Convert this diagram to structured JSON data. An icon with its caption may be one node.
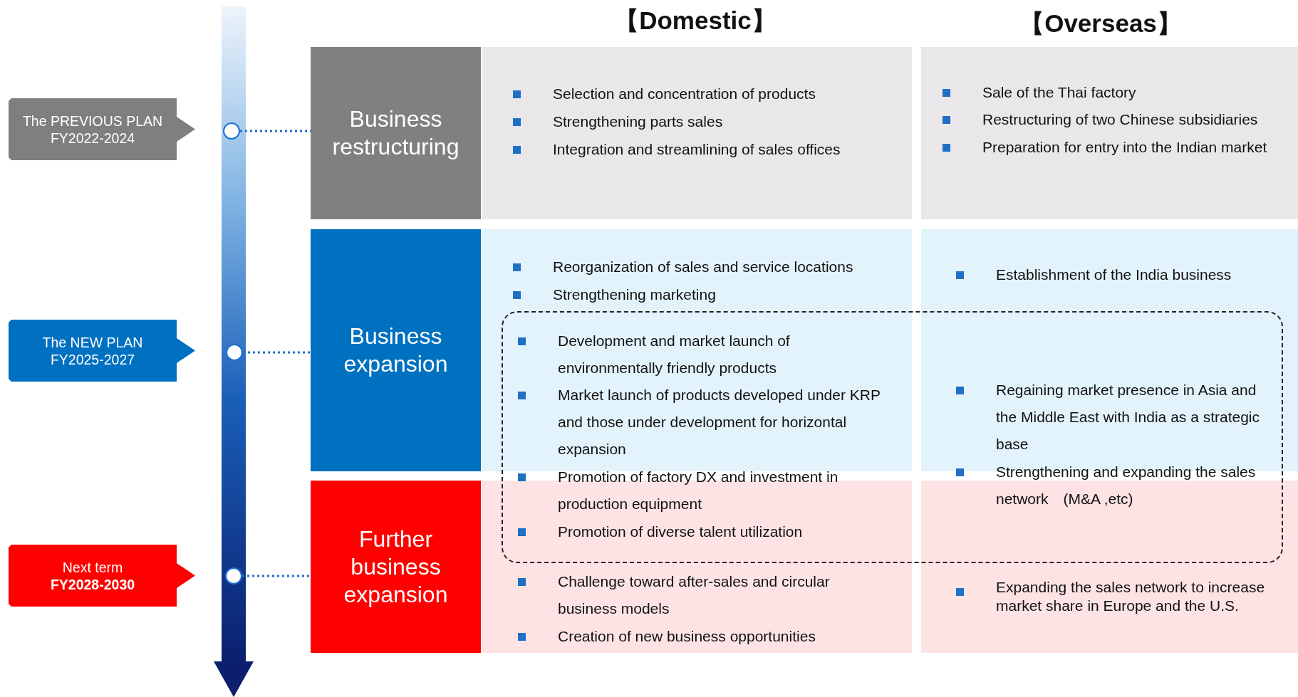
{
  "diagram": {
    "nodes": [
      {
        "text": [
          "The PREVIOUS PLAN FY2022-2024"
        ]
      },
      {
        "text": [],
        "shape": "circle"
      },
      {
        "text": [
          "Business restructuring"
        ]
      },
      {
        "text": [
          "Selection and concentration of products",
          "Strengthening parts sales",
          "Integration and streamlining of sales offices"
        ]
      },
      {
        "text": [
          "Sale of the Thai factory",
          "Restructuring of two Chinese subsidiaries",
          "Preparation for entry into the Indian market"
        ]
      },
      {
        "text": [
          "The NEW PLAN FY2025-2027"
        ]
      },
      {
        "text": [],
        "shape": "circle"
      },
      {
        "text": [
          "Business expansion"
        ]
      },
      {
        "text": [
          "Reorganization of sales and service locations",
          "Strengthening marketing",
          "Development and market launch of environmentally friendly products",
          "Market launch of products developed under KRP and those under development for horizontal expansion"
        ]
      },
      {
        "text": [
          "Establishment of the India business",
          "Regaining market presence in Asia and the Middle East with India as a strategic base"
        ]
      },
      {
        "text": [
          "Next term **FY2028-2030**"
        ]
      },
      {
        "text": [],
        "shape": "circle"
      },
      {
        "text": [
          "Further business expansion"
        ]
      },
      {
        "text": [
          "Promotion of factory DX and investment in production equipment",
          "Promotion of diverse talent utilization",
          "Challenge toward after-sales and circular business models",
          "Creation of new business opportunities"
        ]
      },
      {
        "text": [
          "Strengthening and expanding the sales network　(M&A ,etc)",
          "Expanding the sales network to increase market share in Europe and the U.S."
        ]
      }
    ],
    "edges": [
      {
        "from": 1,
        "to": 2,
        "arrow": "none",
        "style": "dashed"
      },
      {
        "from": 6,
        "to": 7,
        "arrow": "none",
        "style": "dashed"
      },
      {
        "from": 11,
        "to": 12,
        "arrow": "none",
        "style": "dashed"
      }
    ],
    "labels": [
      "【Domestic】",
      "【Overseas】"
    ]
  }
}
